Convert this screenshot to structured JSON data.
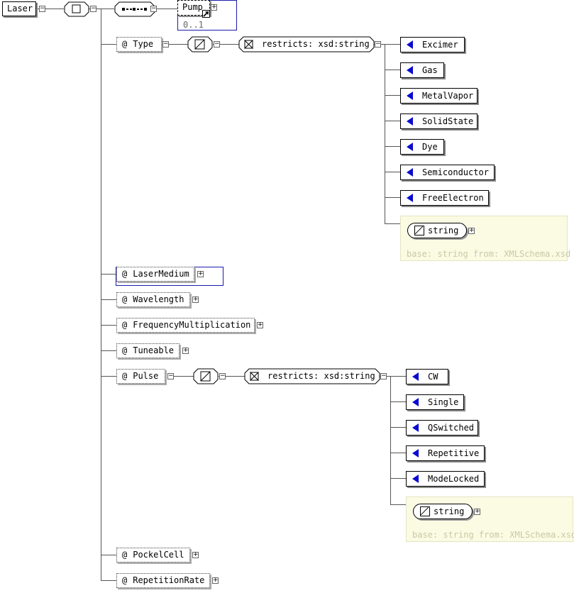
{
  "root": {
    "label": "Laser"
  },
  "pump": {
    "label": "Pump",
    "occurrence": "0..1"
  },
  "attributes": {
    "type": "Type",
    "laser_medium": "LaserMedium",
    "wavelength": "Wavelength",
    "frequency_multiplication": "FrequencyMultiplication",
    "tuneable": "Tuneable",
    "pulse": "Pulse",
    "pockel_cell": "PockelCell",
    "repetition_rate": "RepetitionRate"
  },
  "attr_symbol": "@",
  "restriction_label": "restricts: xsd:string",
  "type_enums": [
    "Excimer",
    "Gas",
    "MetalVapor",
    "SolidState",
    "Dye",
    "Semiconductor",
    "FreeElectron"
  ],
  "pulse_enums": [
    "CW",
    "Single",
    "QSwitched",
    "Repetitive",
    "ModeLocked"
  ],
  "base_type": {
    "name": "string",
    "info": "base: string from: XMLSchema.xsd"
  },
  "colors": {
    "selection_border": "#1a1ab0",
    "enum_marker": "#0a0ad0",
    "note_bg": "#fbfbe4",
    "note_text": "#c9c9a5"
  }
}
